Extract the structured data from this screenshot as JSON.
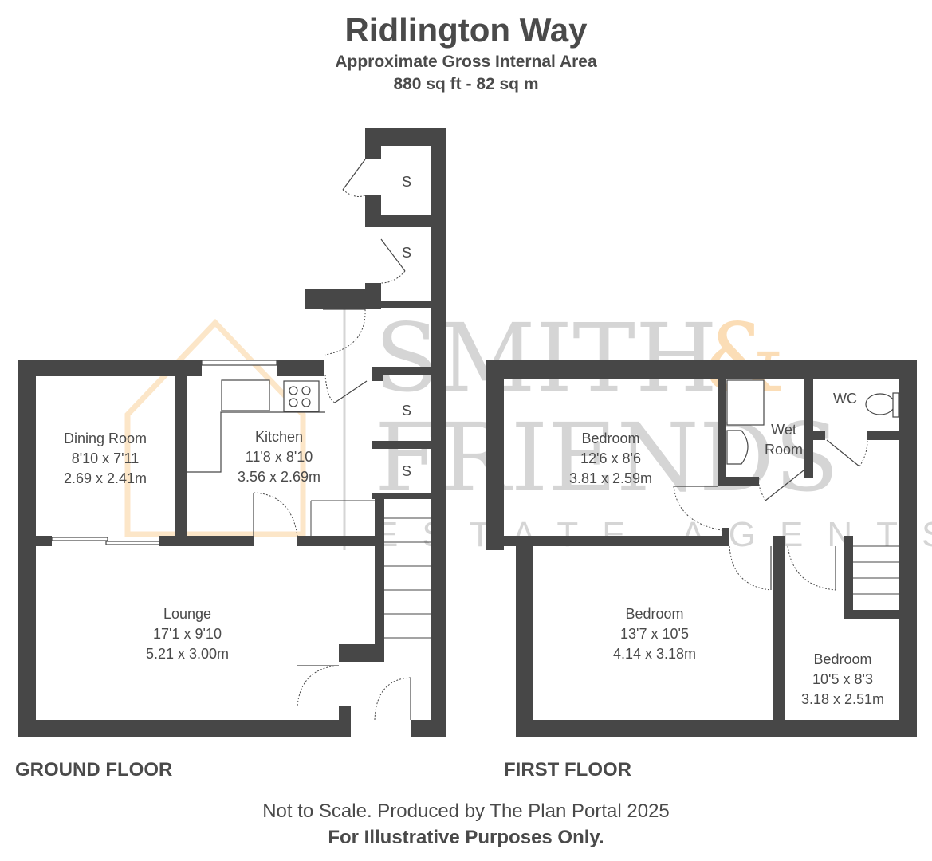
{
  "header": {
    "title": "Ridlington Way",
    "subtitle": "Approximate Gross Internal Area",
    "area": "880 sq ft - 82 sq m"
  },
  "watermark": {
    "line1": "SMITH",
    "ampersand": "&",
    "line2": "FRIENDS",
    "line3": "ESTATE AGENTS",
    "accent_color": "#f5c98a"
  },
  "ground_floor": {
    "label": "GROUND FLOOR",
    "rooms": [
      {
        "name": "Dining Room",
        "imperial": "8'10 x 7'11",
        "metric": "2.69 x 2.41m"
      },
      {
        "name": "Kitchen",
        "imperial": "11'8 x 8'10",
        "metric": "3.56 x 2.69m"
      },
      {
        "name": "Lounge",
        "imperial": "17'1 x 9'10",
        "metric": "5.21 x 3.00m"
      }
    ],
    "stores": [
      "S",
      "S",
      "S",
      "S"
    ]
  },
  "first_floor": {
    "label": "FIRST FLOOR",
    "rooms": [
      {
        "name": "Bedroom",
        "imperial": "12'6 x 8'6",
        "metric": "3.81 x 2.59m"
      },
      {
        "name": "Bedroom",
        "imperial": "13'7 x 10'5",
        "metric": "4.14 x 3.18m"
      },
      {
        "name": "Bedroom",
        "imperial": "10'5 x 8'3",
        "metric": "3.18 x 2.51m"
      }
    ],
    "wet_room": {
      "line1": "Wet",
      "line2": "Room"
    },
    "wc": "WC"
  },
  "footer": {
    "note": "Not to Scale. Produced by The Plan Portal 2025",
    "disclaimer": "For Illustrative Purposes Only."
  },
  "colors": {
    "wall": "#474747",
    "text": "#4a4a4a"
  }
}
